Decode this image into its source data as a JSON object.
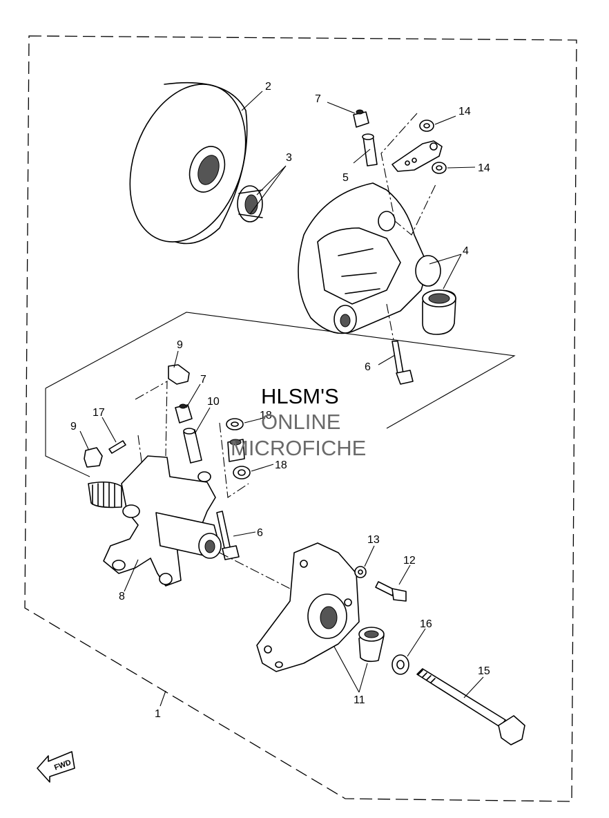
{
  "watermark": {
    "line1": "HLSM'S",
    "line2": "ONLINE",
    "line3": "MICROFICHE"
  },
  "direction_badge": "FWD",
  "callouts": [
    "1",
    "2",
    "3",
    "4",
    "5",
    "6",
    "6",
    "7",
    "7",
    "8",
    "9",
    "9",
    "10",
    "11",
    "12",
    "13",
    "14",
    "14",
    "15",
    "16",
    "17",
    "18",
    "18"
  ]
}
